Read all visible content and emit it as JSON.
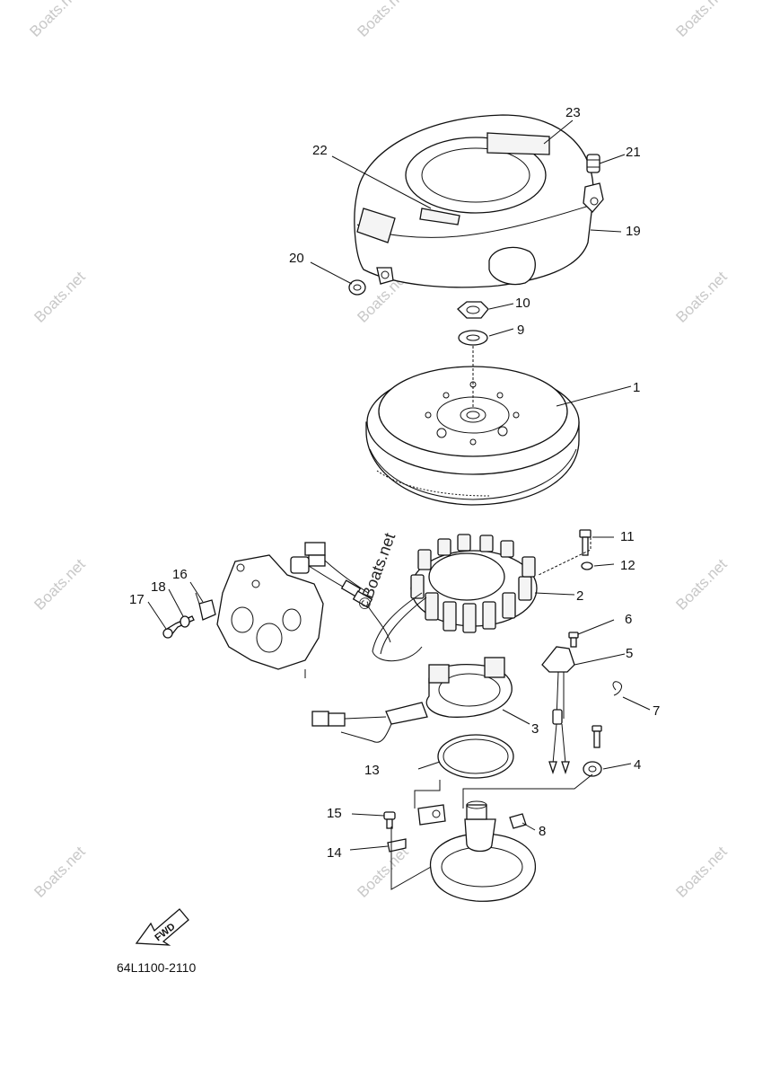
{
  "diagram": {
    "part_code": "64L1100-2110",
    "fwd_label": "FWD",
    "watermark": "Boats.net",
    "watermark_center": "©Boats.net",
    "callouts": [
      "1",
      "2",
      "3",
      "4",
      "5",
      "6",
      "7",
      "8",
      "9",
      "10",
      "11",
      "12",
      "13",
      "14",
      "15",
      "16",
      "17",
      "18",
      "19",
      "20",
      "21",
      "22",
      "23"
    ]
  }
}
